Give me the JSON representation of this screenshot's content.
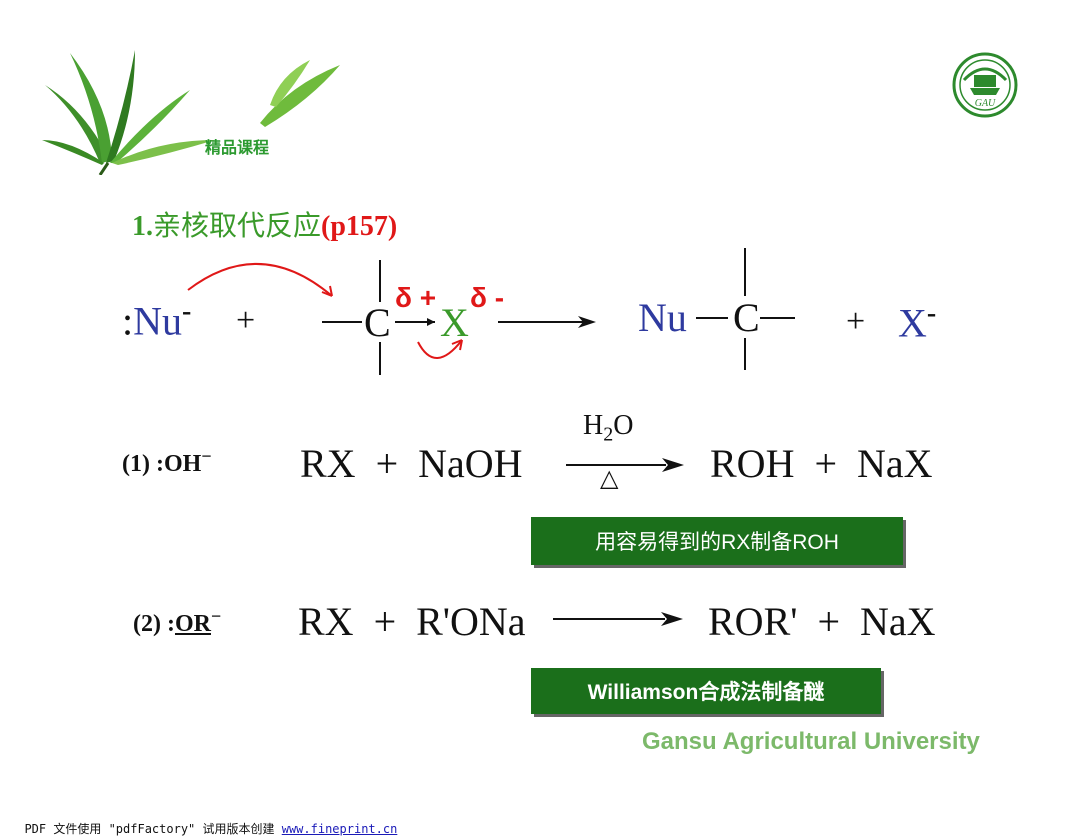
{
  "header": {
    "course_label": "精品课程",
    "logo_text": "GAU"
  },
  "section": {
    "number": "1.",
    "title": "亲核取代反应",
    "page_ref": "(p157)"
  },
  "general_reaction": {
    "nucleophile_colon": ":",
    "nucleophile": "Nu",
    "nucleophile_charge": "-",
    "plus": "+",
    "carbon": "C",
    "delta_plus": "δ +",
    "halogen": "X",
    "delta_minus": "δ -",
    "product_nu": "Nu",
    "product_carbon": "C",
    "leaving_group": "X",
    "leaving_charge": "-"
  },
  "reaction1": {
    "label": "(1) :",
    "reagent": "OH",
    "charge": "−",
    "left": "RX  +  NaOH",
    "above_arrow": "H",
    "above_sub": "2",
    "above_rest": "O",
    "below_arrow": "△",
    "right": "ROH  +  NaX",
    "note": "用容易得到的RX制备ROH"
  },
  "reaction2": {
    "label": "(2) :",
    "reagent": "OR",
    "charge": "−",
    "left": "RX  +  R'ONa",
    "right": "ROR'  +  NaX",
    "note": "Williamson合成法制备醚"
  },
  "university": "Gansu Agricultural University",
  "footer": {
    "text": "PDF 文件使用 \"pdfFactory\" 试用版本创建 ",
    "link": "www.fineprint.cn"
  },
  "colors": {
    "blue": "#2e3a9f",
    "green": "#3a9a2a",
    "red": "#e01818",
    "box_green": "#1b6f1b",
    "university_green": "#7cb96a"
  }
}
